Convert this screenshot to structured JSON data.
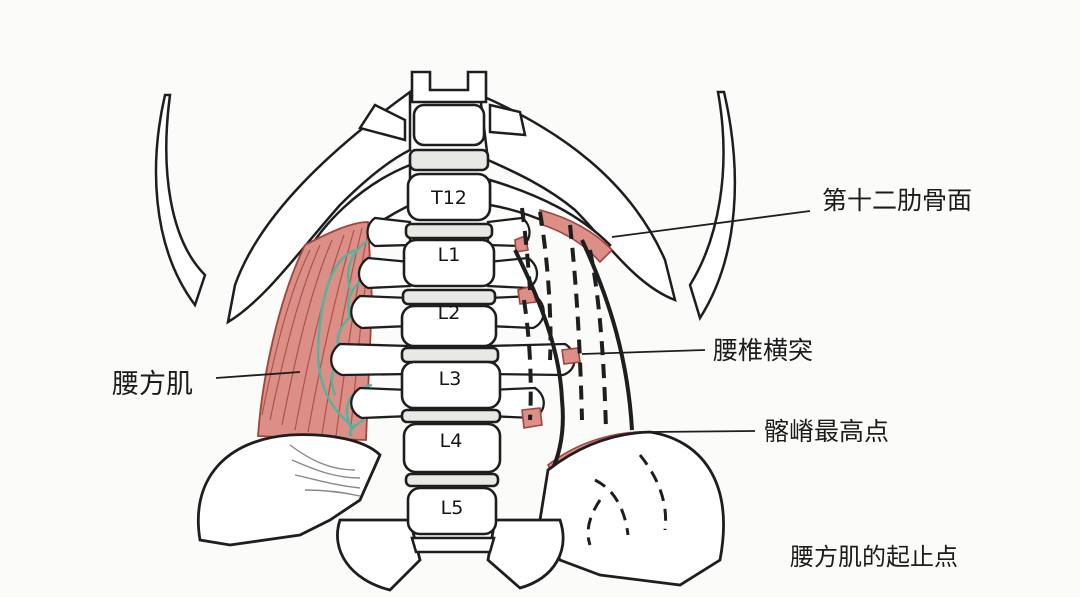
{
  "vertebrae": [
    "T12",
    "L1",
    "L2",
    "L3",
    "L4",
    "L5"
  ],
  "labels": {
    "rib_face": "第十二肋骨面",
    "transverse": "腰椎横突",
    "iliac_crest": "髂嵴最高点",
    "quadratus": "腰方肌",
    "caption": "腰方肌的起止点"
  },
  "colors": {
    "muscle": "#dc8f86",
    "muscle_line": "#a2433d",
    "nerve": "#4fb5a0",
    "ink": "#1e1e1e",
    "bone": "#ffffff"
  }
}
